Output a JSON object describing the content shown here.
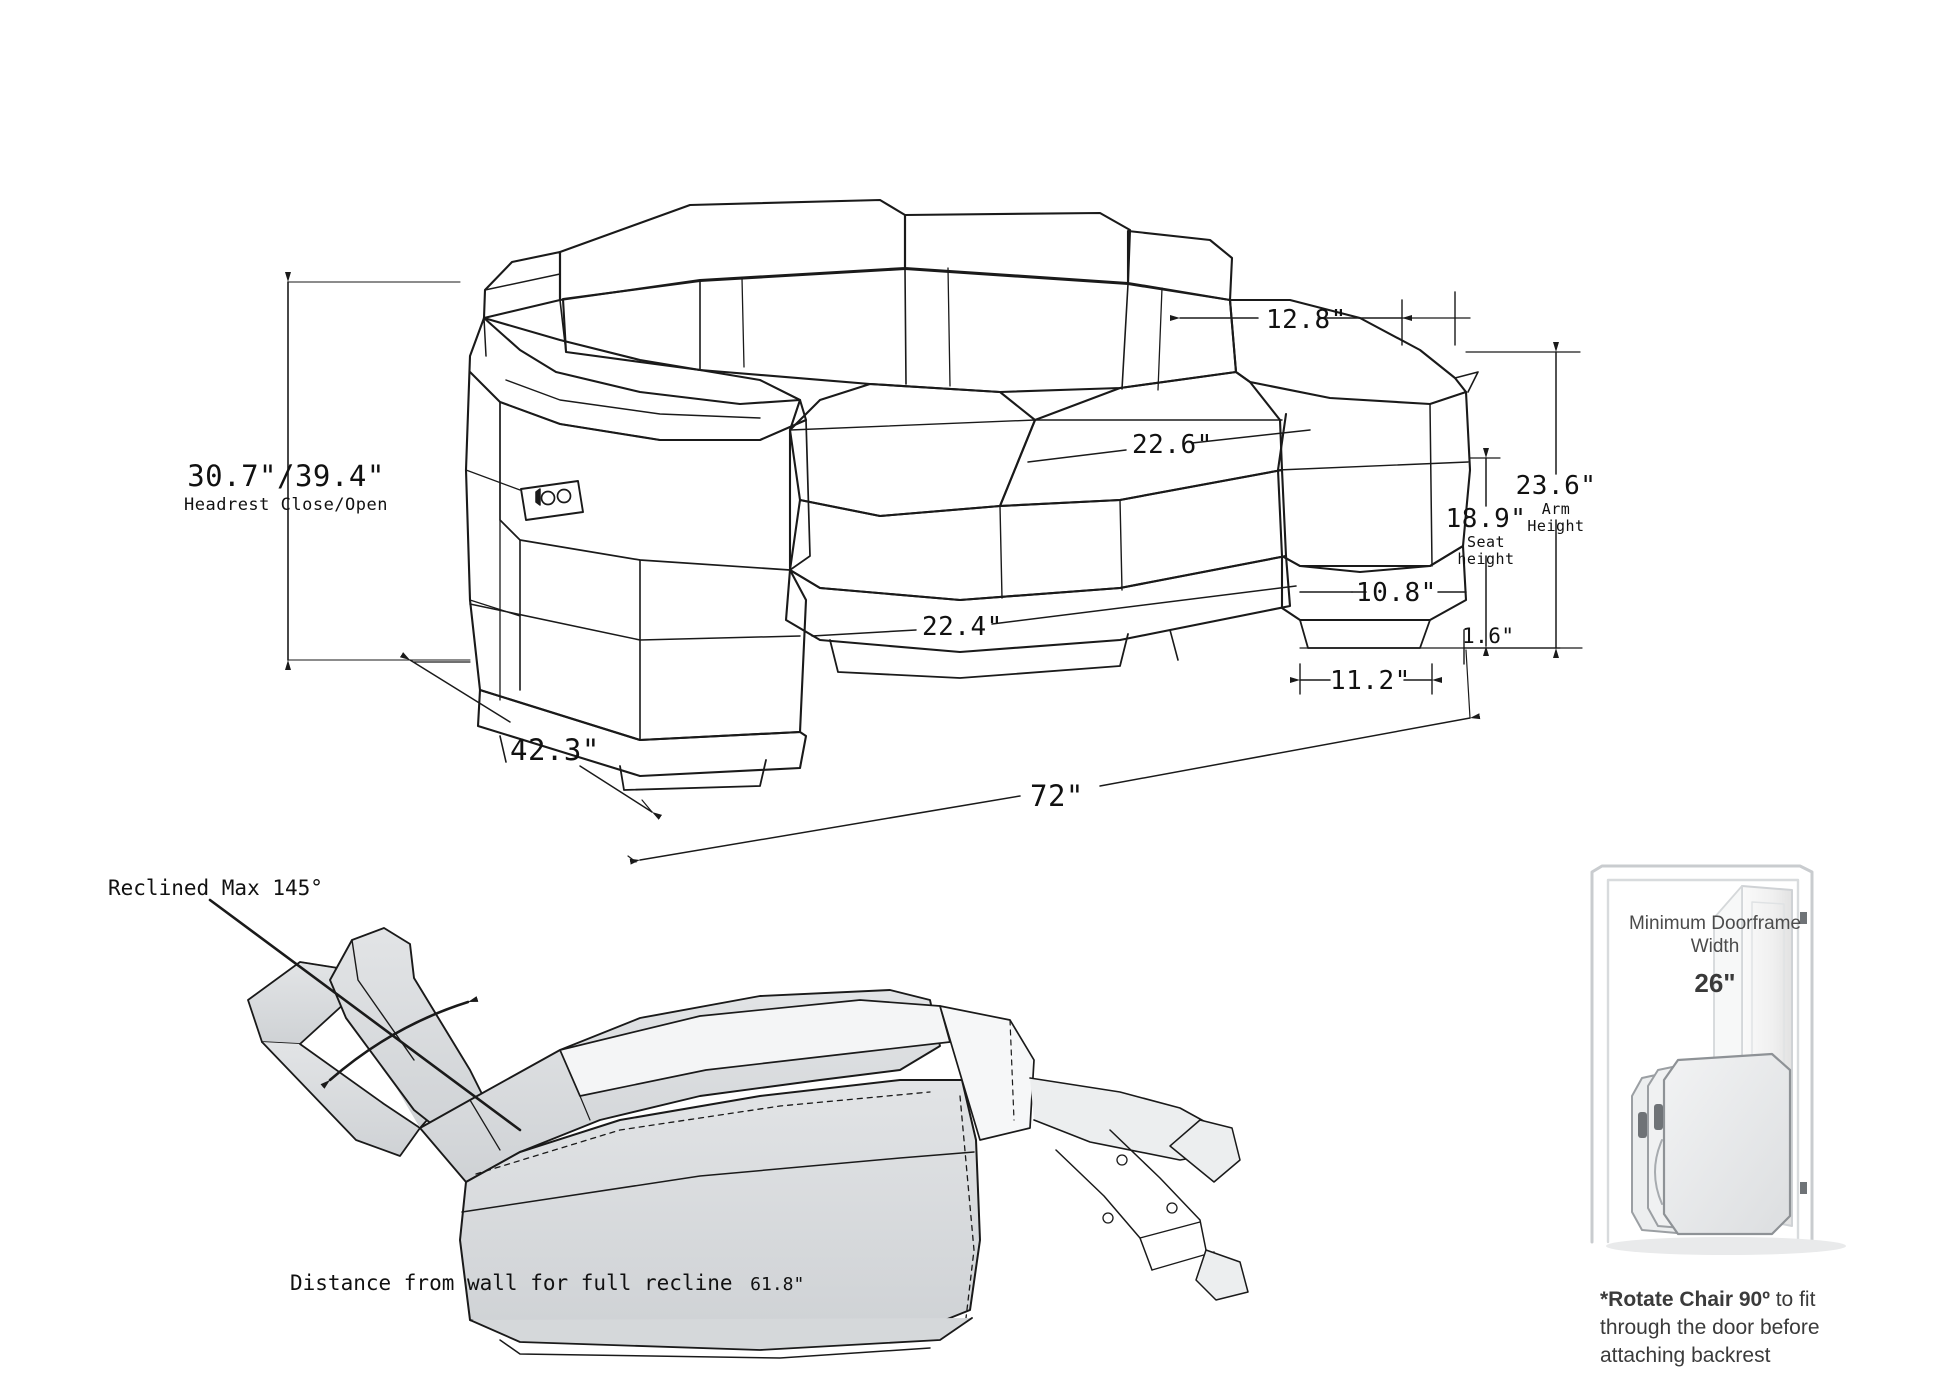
{
  "diagram": {
    "title": "Power Reclining Loveseat Dimension Diagram",
    "units": "inches",
    "line_color": "#1a1a1a",
    "shade_color": "#d8dadc"
  },
  "sofa_dimensions": [
    {
      "id": "height-headrest",
      "value": "30.7\"/39.4\"",
      "caption": "Headrest Close/Open",
      "kind": "vertical-left"
    },
    {
      "id": "backrest-depth",
      "value": "12.8\"",
      "caption": "",
      "kind": "leader-top-right"
    },
    {
      "id": "seat-depth",
      "value": "22.6\"",
      "caption": "",
      "kind": "leader-seat"
    },
    {
      "id": "seat-width",
      "value": "22.4\"",
      "caption": "",
      "kind": "leader-seat-front"
    },
    {
      "id": "arm-height",
      "value": "23.6\"",
      "caption": "Arm\nHeight",
      "kind": "vertical-right"
    },
    {
      "id": "seat-height",
      "value": "18.9\"",
      "caption": "Seat\nheight",
      "kind": "vertical-right"
    },
    {
      "id": "base-inset",
      "value": "10.8\"",
      "caption": "",
      "kind": "leader-base"
    },
    {
      "id": "leg-height",
      "value": "1.6\"",
      "caption": "",
      "kind": "horizontal-small"
    },
    {
      "id": "base-width",
      "value": "11.2\"",
      "caption": "",
      "kind": "horizontal-base"
    },
    {
      "id": "overall-depth",
      "value": "42.3\"",
      "caption": "",
      "kind": "diagonal-depth"
    },
    {
      "id": "overall-width",
      "value": "72\"",
      "caption": "",
      "kind": "diagonal-width"
    }
  ],
  "sofa_labels": {
    "headrest_value": "30.7\"/39.4\"",
    "headrest_caption": "Headrest Close/Open",
    "backrest_depth": "12.8\"",
    "seat_depth": "22.6\"",
    "seat_front": "22.4\"",
    "arm_height_value": "23.6\"",
    "arm_height_caption_1": "Arm",
    "arm_height_caption_2": "Height",
    "seat_height_value": "18.9\"",
    "seat_height_caption_1": "Seat",
    "seat_height_caption_2": "height",
    "base_inset": "10.8\"",
    "leg_height": "1.6\"",
    "base_width": "11.2\"",
    "overall_depth": "42.3\"",
    "overall_width": "72\""
  },
  "recliner": {
    "angle_label": "Reclined Max 145°",
    "wall_caption": "Distance from wall for full recline",
    "wall_value": "61.8\""
  },
  "doorframe": {
    "label_line1": "Minimum Doorframe",
    "label_line2": "Width",
    "width_value": "26\"",
    "note_bold": "*Rotate Chair 90º",
    "note_rest": " to fit through the door before attaching backrest"
  }
}
